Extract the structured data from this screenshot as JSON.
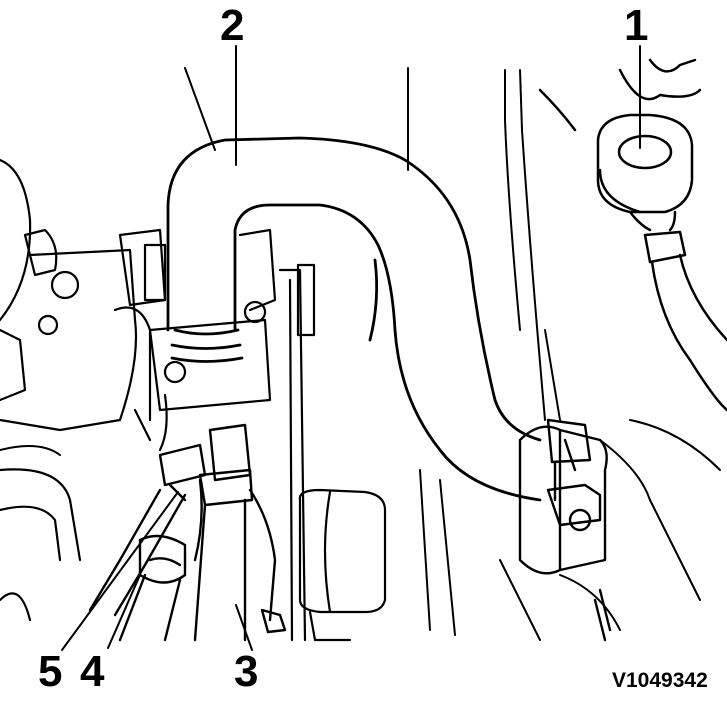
{
  "figure": {
    "reference_code": "V1049342",
    "callouts": [
      {
        "id": "1",
        "label": "1"
      },
      {
        "id": "2",
        "label": "2"
      },
      {
        "id": "3",
        "label": "3"
      },
      {
        "id": "4",
        "label": "4"
      },
      {
        "id": "5",
        "label": "5"
      }
    ]
  },
  "colors": {
    "line": "#000000",
    "background": "#ffffff"
  }
}
